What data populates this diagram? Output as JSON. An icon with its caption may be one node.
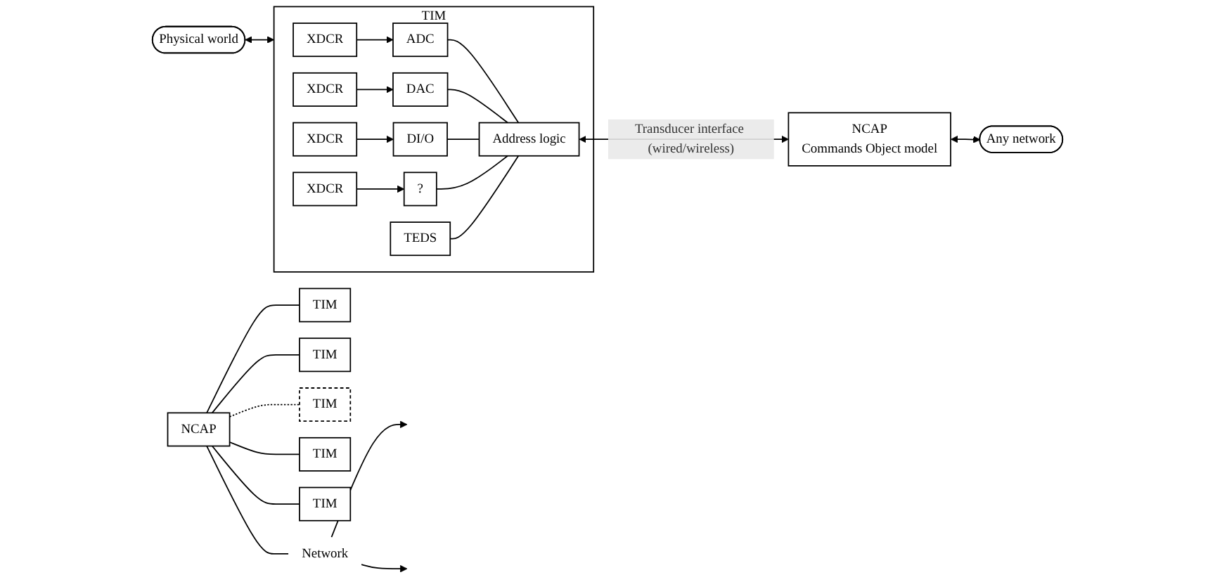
{
  "diagram": {
    "nodes": [
      {
        "text": [
          "Physical world"
        ]
      },
      {
        "text": [
          "TIM"
        ]
      },
      {
        "text": [
          "XDCR"
        ],
        "in": 1
      },
      {
        "text": [
          "XDCR"
        ],
        "in": 1
      },
      {
        "text": [
          "XDCR"
        ],
        "in": 1
      },
      {
        "text": [
          "XDCR"
        ],
        "in": 1
      },
      {
        "text": [
          "ADC"
        ],
        "in": 1
      },
      {
        "text": [
          "DAC"
        ],
        "in": 1
      },
      {
        "text": [
          "DI/O"
        ],
        "in": 1
      },
      {
        "text": [
          "?"
        ],
        "in": 1
      },
      {
        "text": [
          "Address logic"
        ],
        "in": 1
      },
      {
        "text": [
          "TEDS"
        ],
        "in": 1
      },
      {
        "text": [
          "NCAP",
          "Commands Object model"
        ]
      },
      {
        "text": [
          "Any network"
        ]
      },
      {
        "text": [
          "Network"
        ]
      },
      {
        "text": [
          "NCAP"
        ]
      },
      {
        "text": [
          "TIM"
        ]
      },
      {
        "text": [
          "TIM"
        ]
      },
      {
        "text": [
          "TIM"
        ]
      },
      {
        "text": [
          "TIM"
        ]
      },
      {
        "text": [
          "TIM"
        ]
      }
    ],
    "edges": [
      {
        "from": 0,
        "to": 1,
        "arrow": "both"
      },
      {
        "from": 2,
        "to": 6,
        "arrow": "to"
      },
      {
        "from": 3,
        "to": 7,
        "arrow": "to"
      },
      {
        "from": 4,
        "to": 8,
        "arrow": "to"
      },
      {
        "from": 5,
        "to": 9,
        "arrow": "to"
      },
      {
        "from": 6,
        "to": 10,
        "arrow": "none"
      },
      {
        "from": 7,
        "to": 10,
        "arrow": "none"
      },
      {
        "from": 8,
        "to": 10,
        "arrow": "none"
      },
      {
        "from": 9,
        "to": 10,
        "arrow": "none"
      },
      {
        "from": 11,
        "to": 10,
        "arrow": "none"
      },
      {
        "from": 10,
        "to": 12,
        "arrow": "both",
        "label": "Transducer interface (wired/wireless)"
      },
      {
        "from": 12,
        "to": 13,
        "arrow": "both"
      },
      {
        "from": 14,
        "to": null,
        "arrow": "to"
      },
      {
        "from": 14,
        "to": null,
        "arrow": "to"
      },
      {
        "from": 15,
        "to": 14,
        "arrow": "none"
      },
      {
        "from": 15,
        "to": 16,
        "arrow": "none"
      },
      {
        "from": 15,
        "to": 17,
        "arrow": "none"
      },
      {
        "from": 15,
        "to": 18,
        "arrow": "none",
        "style": "dashed"
      },
      {
        "from": 15,
        "to": 19,
        "arrow": "none"
      },
      {
        "from": 15,
        "to": 20,
        "arrow": "none"
      }
    ]
  }
}
